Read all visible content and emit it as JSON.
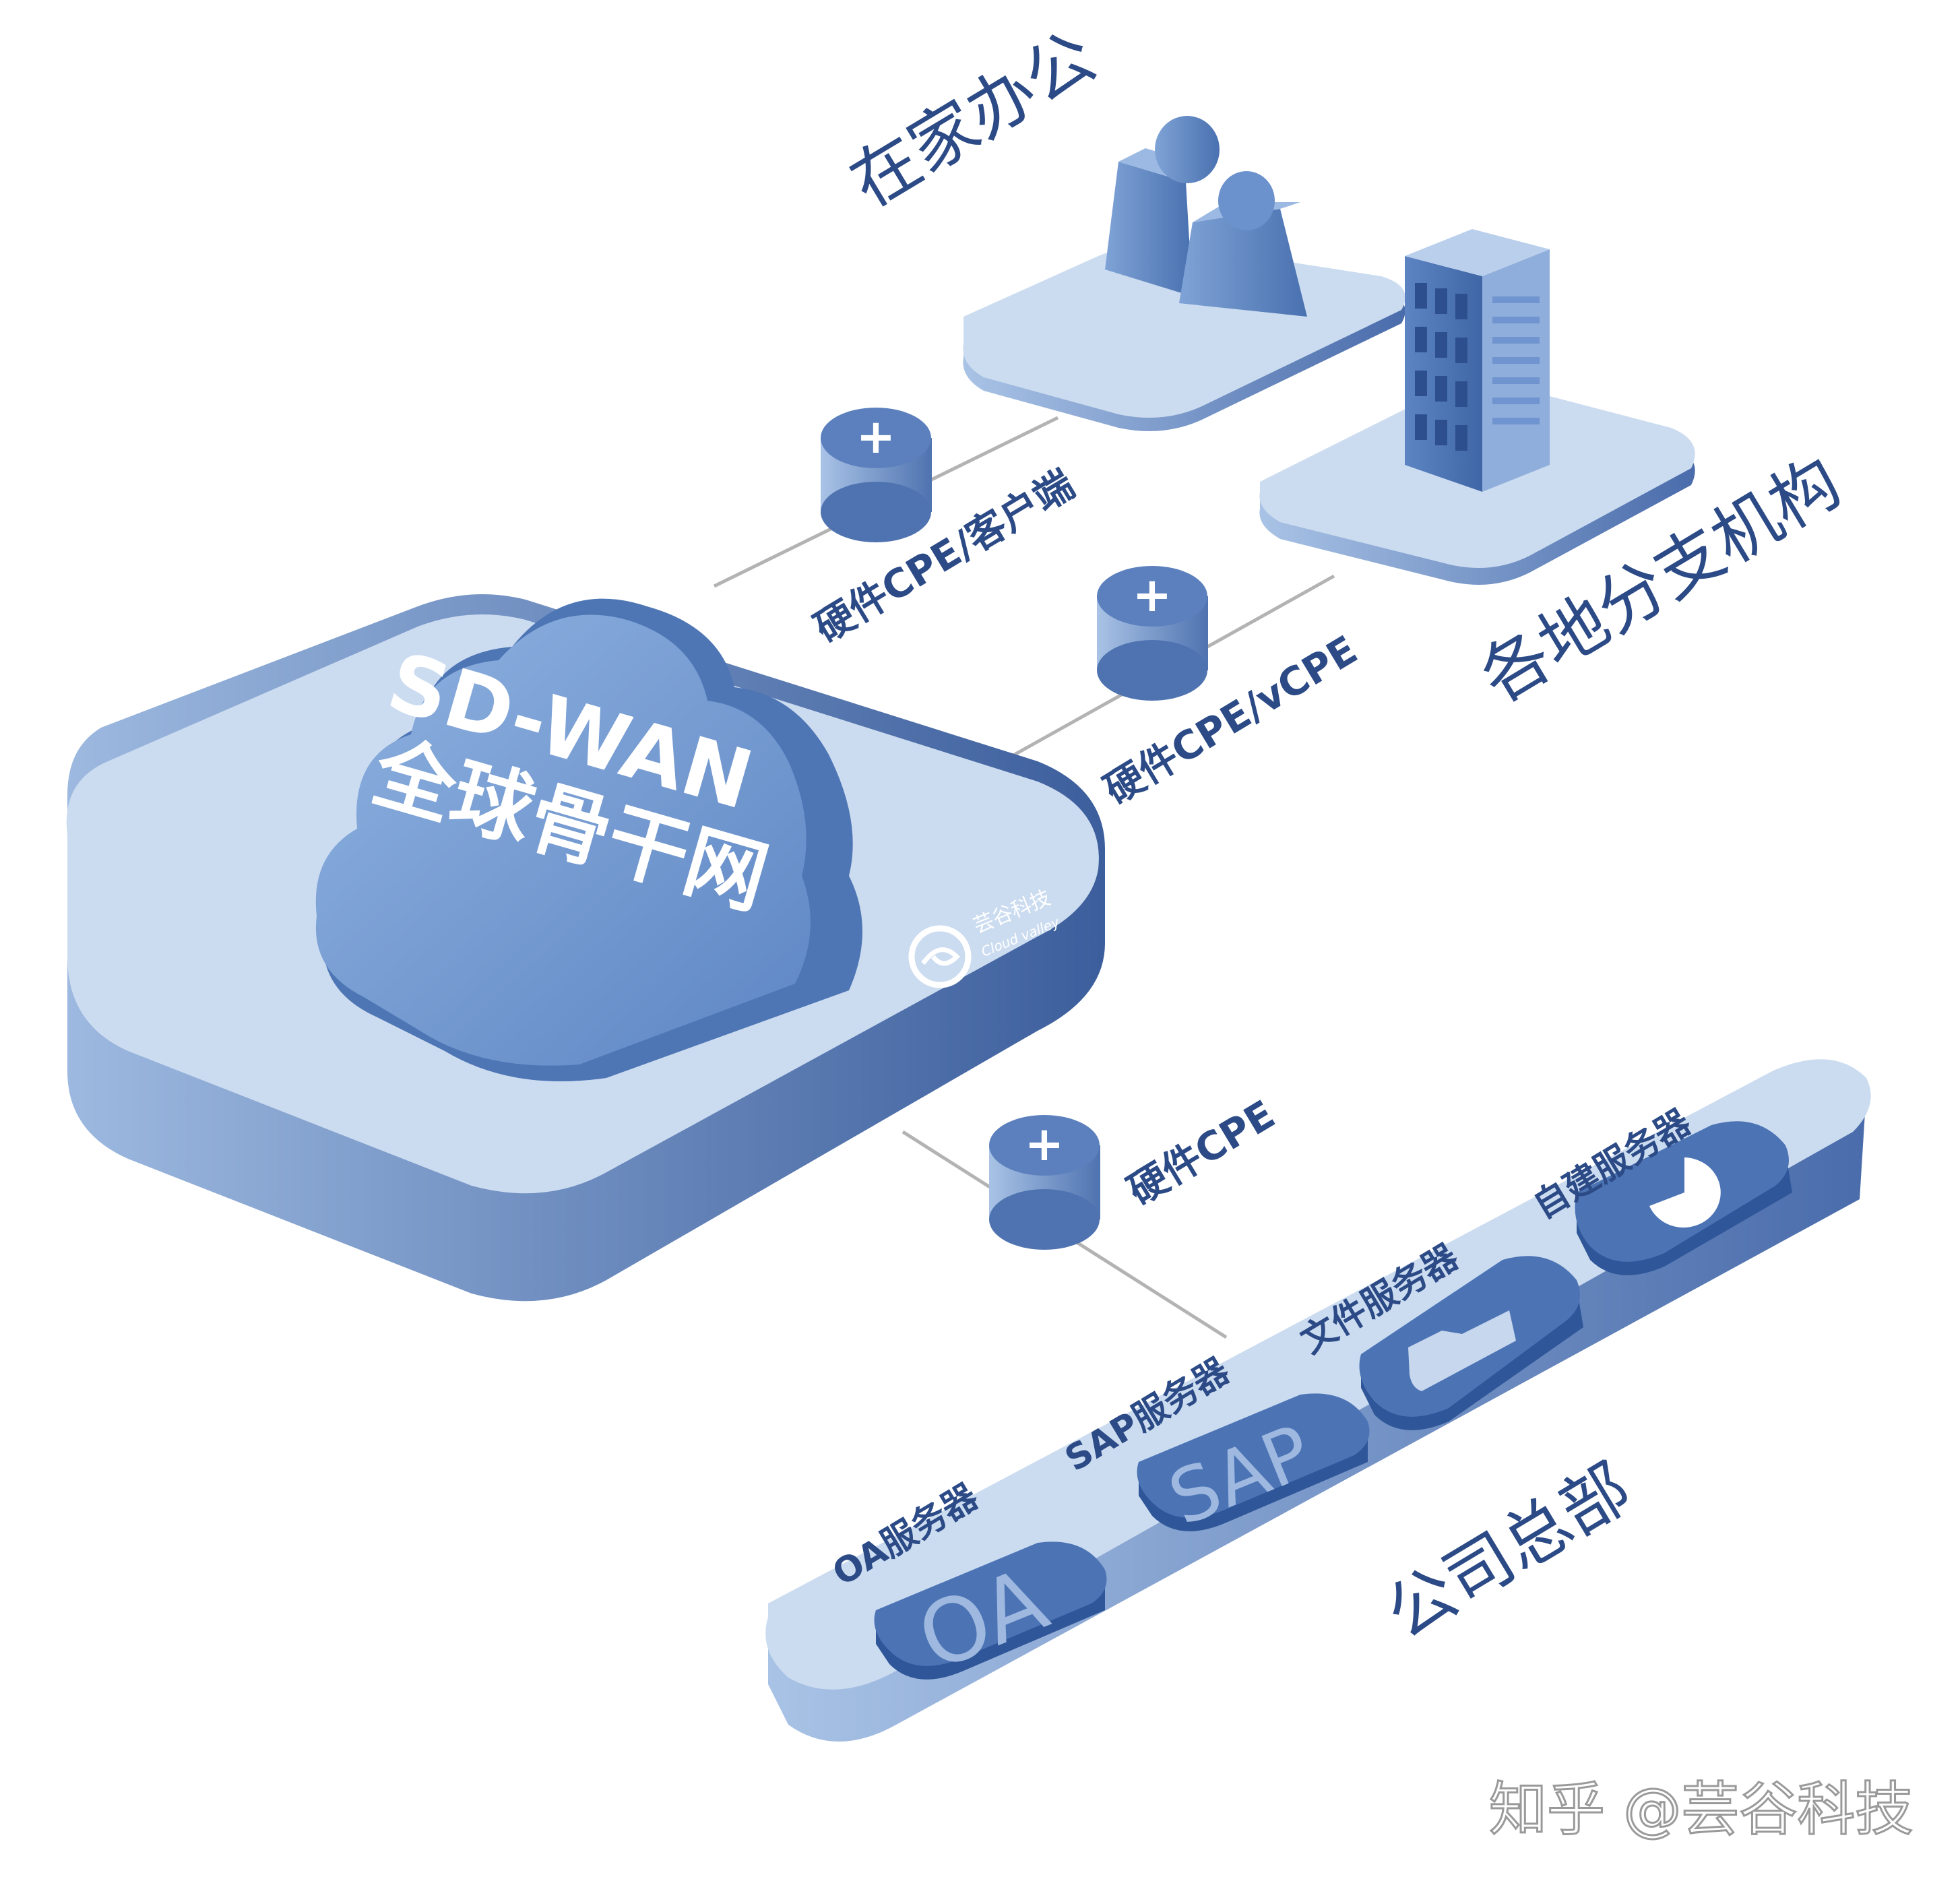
{
  "core": {
    "title_line1": "SD-WAN",
    "title_line2": "全球骨干网",
    "logo_name": "芸谷科技",
    "logo_sub": "Cloud valley"
  },
  "sites": {
    "home_office": "在家办公",
    "branch": "各地分支机构",
    "headquarters": "公司总部"
  },
  "links": {
    "home": "硬件CPE/客户端",
    "branch": "硬件CPE/vCPE",
    "hq": "硬件CPE"
  },
  "servers": [
    {
      "label": "OA服务器",
      "tile_text": "OA"
    },
    {
      "label": "SAP服务器",
      "tile_text": "SAP"
    },
    {
      "label": "文件服务器",
      "icon": "folder-icon"
    },
    {
      "label": "自建服务器",
      "icon": "pie-chart-icon"
    }
  ],
  "watermark": "知乎 @芸谷科技",
  "colors": {
    "accent": "#3E64A3",
    "light": "#CCDCF0",
    "label_text": "#2B4A86"
  }
}
